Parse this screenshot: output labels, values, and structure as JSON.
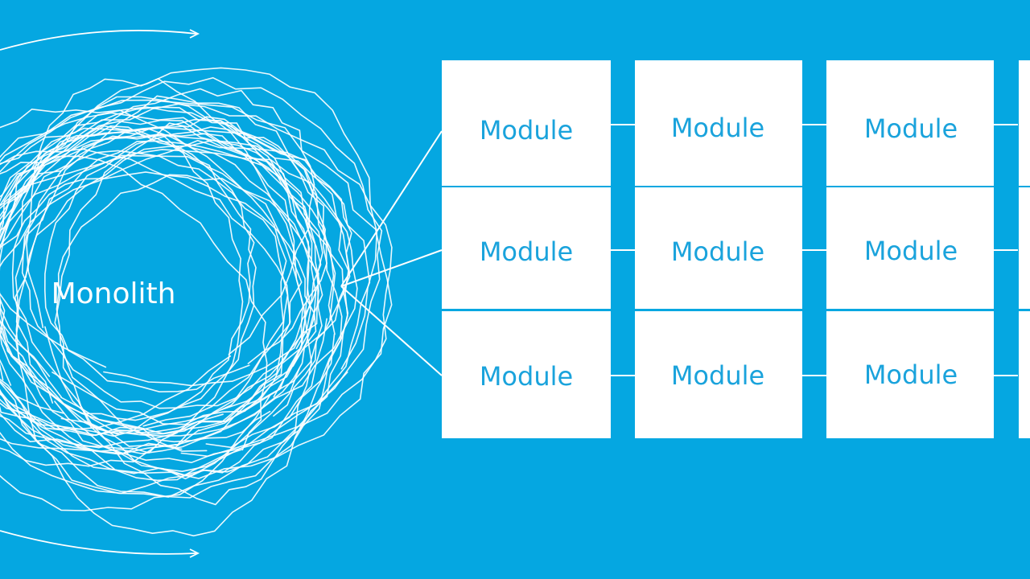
{
  "colors": {
    "background": "#05a7e1",
    "foreground": "#ffffff",
    "module_text": "#1aa3dc"
  },
  "monolith": {
    "label": "Monolith"
  },
  "modules": {
    "rows": [
      [
        "Module",
        "Module",
        "Module"
      ],
      [
        "Module",
        "Module",
        "Module"
      ],
      [
        "Module",
        "Module",
        "Module"
      ]
    ]
  }
}
